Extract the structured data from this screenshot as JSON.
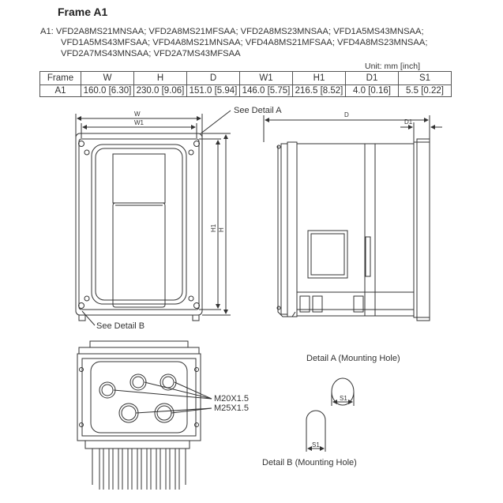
{
  "title": "Frame A1",
  "models": {
    "line1": "A1: VFD2A8MS21MNSAA; VFD2A8MS21MFSAA; VFD2A8MS23MNSAA; VFD1A5MS43MNSAA;",
    "line2": "VFD1A5MS43MFSAA; VFD4A8MS21MNSAA; VFD4A8MS21MFSAA; VFD4A8MS23MNSAA;",
    "line3": "VFD2A7MS43MNSAA; VFD2A7MS43MFSAA"
  },
  "unit": "Unit: mm [inch]",
  "table": {
    "headers": [
      "Frame",
      "W",
      "H",
      "D",
      "W1",
      "H1",
      "D1",
      "S1"
    ],
    "row": [
      "A1",
      "160.0 [6.30]",
      "230.0 [9.06]",
      "151.0 [5.94]",
      "146.0 [5.75]",
      "216.5 [8.52]",
      "4.0 [0.16]",
      "5.5 [0.22]"
    ]
  },
  "labels": {
    "see_detail_a": "See Detail A",
    "see_detail_b": "See Detail B",
    "w": "W",
    "w1": "W1",
    "h": "H",
    "h1": "H1",
    "d": "D",
    "d1": "D1",
    "m20": "M20X1.5",
    "m25": "M25X1.5",
    "detail_a": "Detail A (Mounting Hole)",
    "detail_b": "Detail B (Mounting Hole)",
    "s1_a": "S1",
    "s1_b": "S1"
  }
}
